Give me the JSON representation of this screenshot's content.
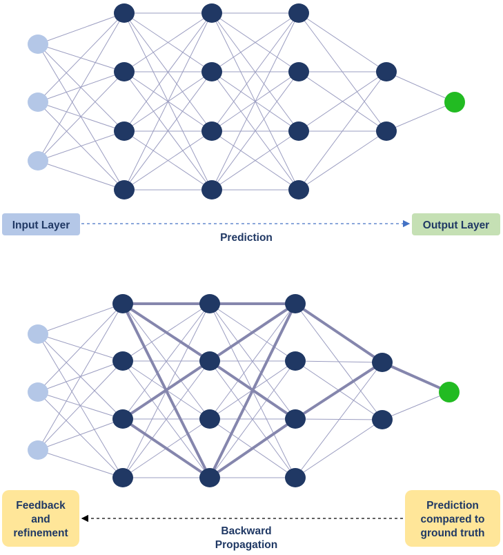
{
  "forward": {
    "input_label": "Input Layer",
    "output_label": "Output Layer",
    "caption": "Prediction"
  },
  "backward": {
    "feedback_lines": [
      "Feedback",
      "and",
      "refinement"
    ],
    "prediction_lines": [
      "Prediction",
      "compared to",
      "ground truth"
    ],
    "caption_lines": [
      "Backward",
      "Propagation"
    ]
  },
  "network": {
    "layers": [
      {
        "role": "input",
        "nodes": 3
      },
      {
        "role": "hidden",
        "nodes": 4
      },
      {
        "role": "hidden",
        "nodes": 4
      },
      {
        "role": "hidden",
        "nodes": 4
      },
      {
        "role": "hidden",
        "nodes": 2
      },
      {
        "role": "output",
        "nodes": 1
      }
    ],
    "highlighted_path": [
      [
        1,
        0,
        2,
        0
      ],
      [
        1,
        0,
        2,
        1
      ],
      [
        1,
        0,
        2,
        3
      ],
      [
        1,
        2,
        2,
        1
      ],
      [
        1,
        2,
        2,
        3
      ],
      [
        2,
        0,
        3,
        0
      ],
      [
        2,
        1,
        3,
        0
      ],
      [
        2,
        1,
        3,
        2
      ],
      [
        2,
        3,
        3,
        0
      ],
      [
        2,
        3,
        3,
        2
      ],
      [
        3,
        0,
        4,
        0
      ],
      [
        3,
        2,
        4,
        0
      ],
      [
        4,
        0,
        5,
        0
      ]
    ]
  },
  "colors": {
    "input_node": "#b4c7e7",
    "hidden_node": "#203864",
    "output_node": "#22bb22",
    "connection": "#9a9cc0",
    "highlight": "#8586ad",
    "input_box": "#b4c7e7",
    "input_text": "#203864",
    "output_box": "#c5e0b4",
    "output_text": "#203864",
    "note_box": "#ffe699",
    "note_text": "#1f3864",
    "arrow_forward": "#4472c4",
    "arrow_backward": "#000000"
  }
}
